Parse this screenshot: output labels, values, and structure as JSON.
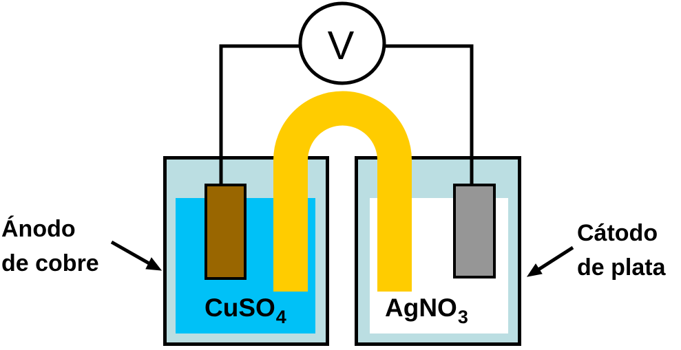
{
  "diagram": {
    "voltmeter": {
      "label": "V"
    },
    "labels": {
      "anode": {
        "line1": "Ánodo",
        "line2": "de cobre"
      },
      "cathode": {
        "line1": "Cátodo",
        "line2": "de plata"
      }
    },
    "solutions": {
      "left": {
        "formula": "CuSO",
        "subscript": "4"
      },
      "right": {
        "formula": "AgNO",
        "subscript": "3"
      }
    },
    "colors": {
      "beaker_fill": "#BBDEE2",
      "left_solution": "#00C1F7",
      "right_solution": "#FFFFFF",
      "copper_electrode": "#996600",
      "silver_electrode": "#969696",
      "salt_bridge": "#FFCC00",
      "voltmeter_fill": "#FFFFFF",
      "wire": "#000000",
      "outline": "#000000",
      "text": "#000000"
    }
  }
}
